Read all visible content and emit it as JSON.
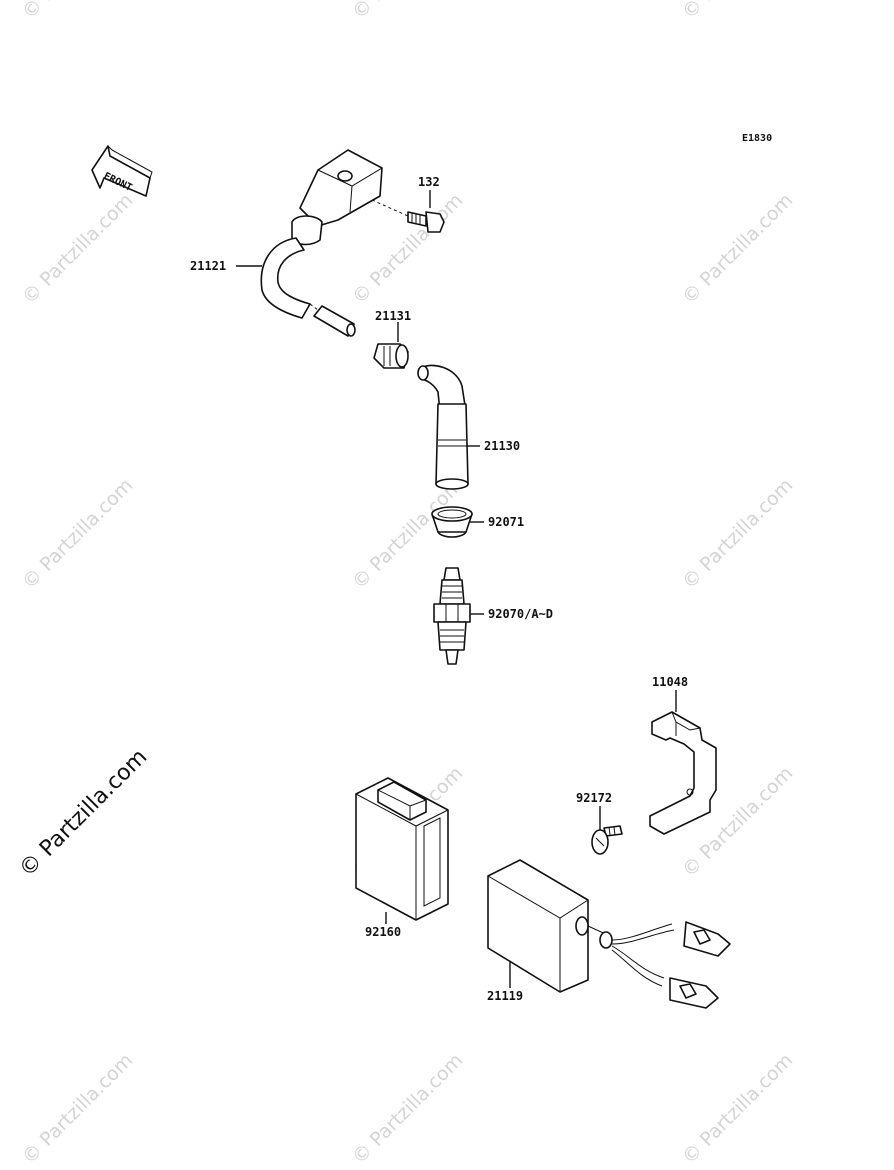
{
  "diagram": {
    "code": "E1830",
    "front_label": "FRONT",
    "watermark_text": "© Partzilla.com",
    "parts": {
      "p132": "132",
      "p21121": "21121",
      "p21131": "21131",
      "p21130": "21130",
      "p92071": "92071",
      "p92070": "92070/A~D",
      "p11048": "11048",
      "p92172": "92172",
      "p92160": "92160",
      "p21119": "21119"
    }
  }
}
